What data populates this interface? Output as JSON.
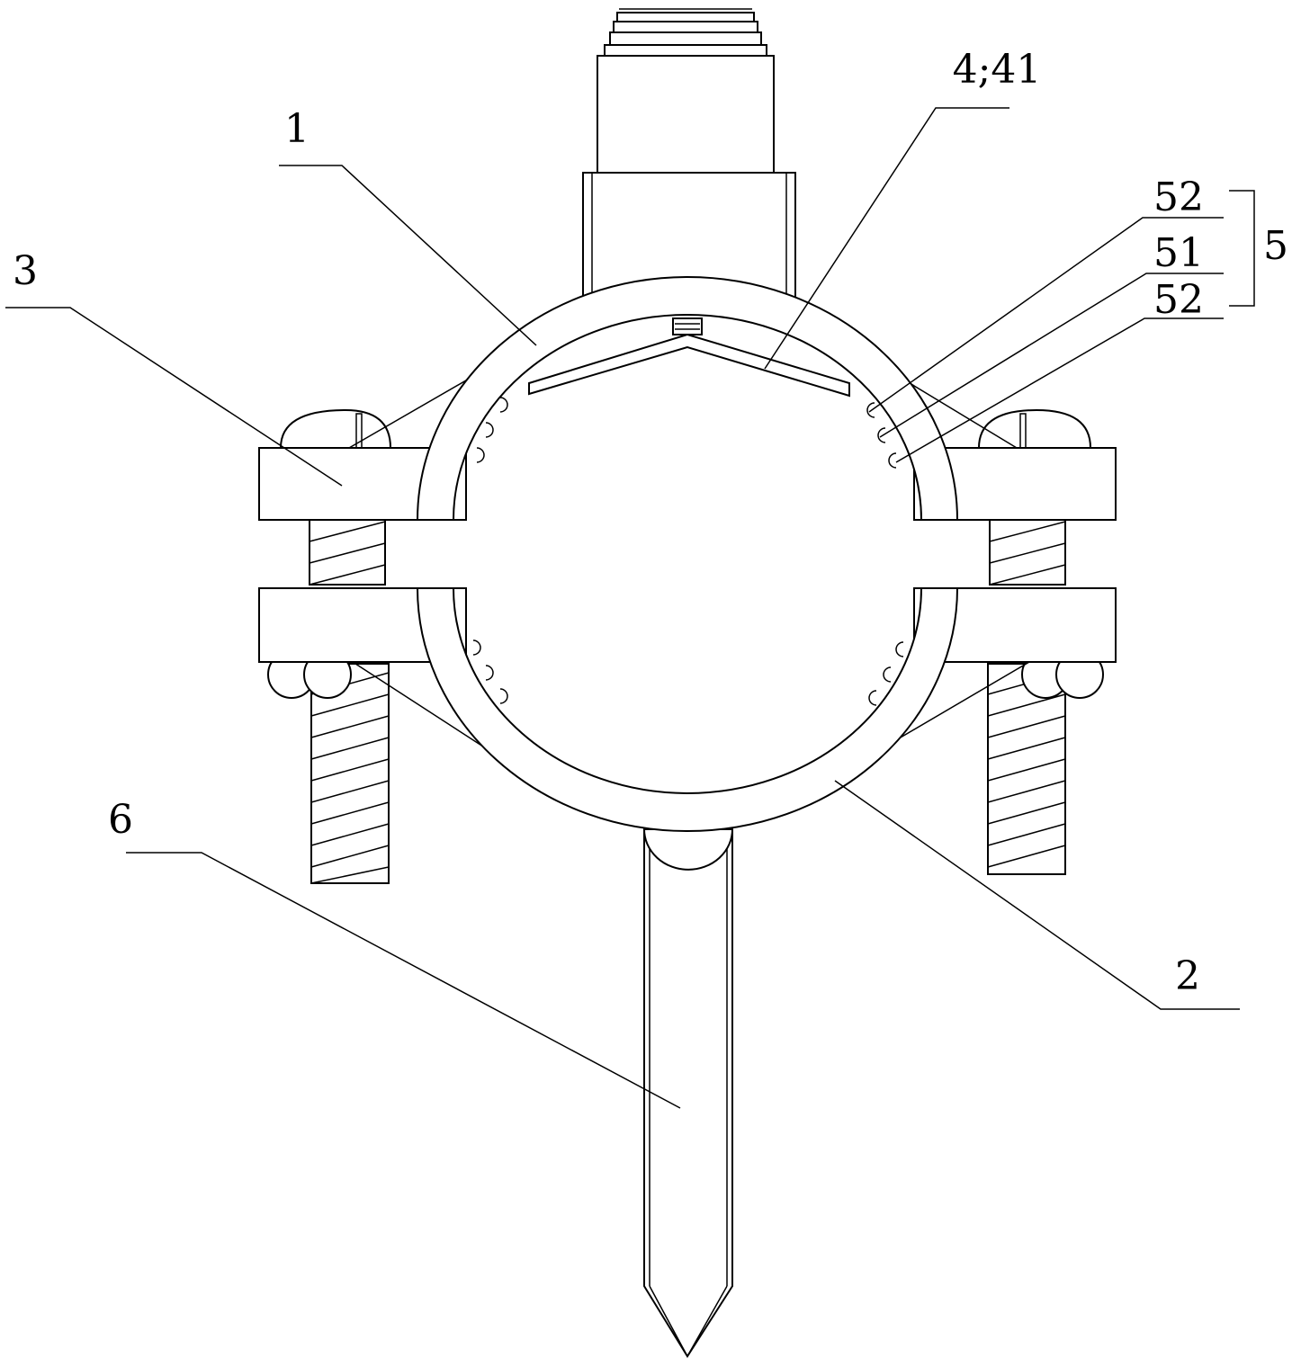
{
  "labels": {
    "part_1": "1",
    "part_2": "2",
    "part_3": "3",
    "part_4_41": "4;41",
    "part_52_top": "52",
    "part_51": "51",
    "part_52_bottom": "52",
    "group_5": "5",
    "part_6": "6"
  },
  "colors": {
    "line": "#000000",
    "background": "#ffffff"
  }
}
